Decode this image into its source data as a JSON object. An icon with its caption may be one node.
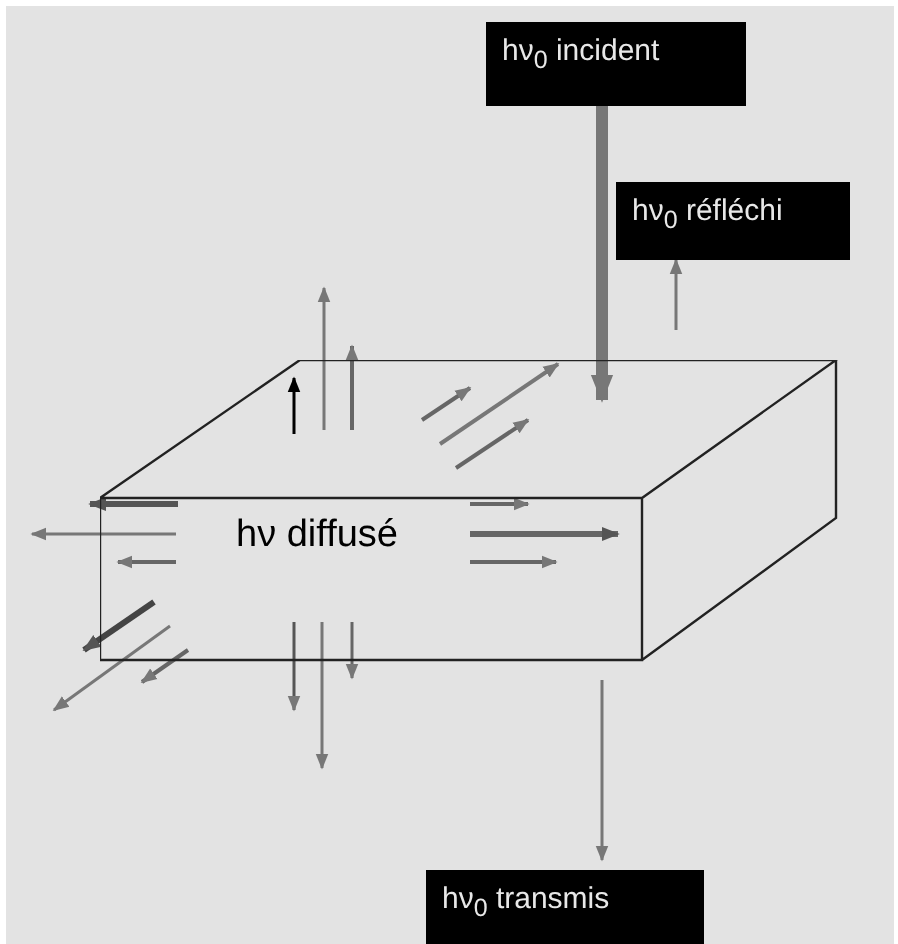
{
  "diagram": {
    "nodes": [
      {
        "text": [
          "hν$_{0}$ incident"
        ]
      },
      {
        "text": [
          "hν$_{0}$ réfléchi"
        ]
      },
      {
        "text": [
          "hν diffusé"
        ]
      },
      {
        "text": [
          "hν$_{0}$ transmis"
        ]
      }
    ],
    "edges": [
      {
        "from": 0,
        "to": 2,
        "arrow": "to",
        "style": "thick"
      },
      {
        "from": 2,
        "to": 1,
        "arrow": "to"
      },
      {
        "from": 2,
        "to": 3,
        "arrow": "to"
      }
    ]
  }
}
